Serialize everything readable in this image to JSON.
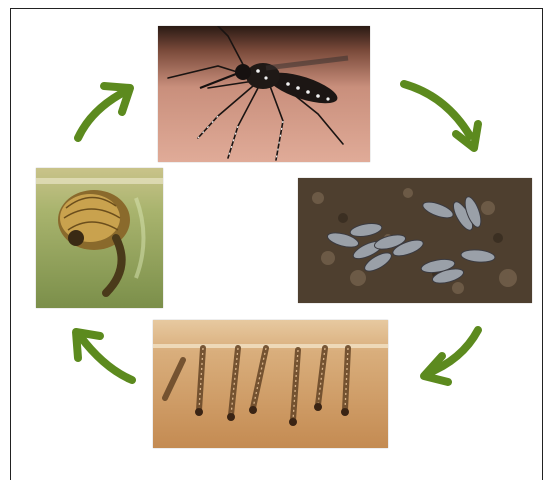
{
  "diagram": {
    "title": "",
    "stages": [
      {
        "id": "adult",
        "label": "",
        "icon": "adult-mosquito-photo"
      },
      {
        "id": "eggs",
        "label": "",
        "icon": "mosquito-eggs-photo"
      },
      {
        "id": "larvae",
        "label": "",
        "icon": "mosquito-larvae-photo"
      },
      {
        "id": "pupa",
        "label": "",
        "icon": "mosquito-pupa-photo"
      }
    ],
    "arrow_color": "#5c8a1e",
    "cycle_order": [
      "adult",
      "eggs",
      "larvae",
      "pupa",
      "adult"
    ]
  }
}
